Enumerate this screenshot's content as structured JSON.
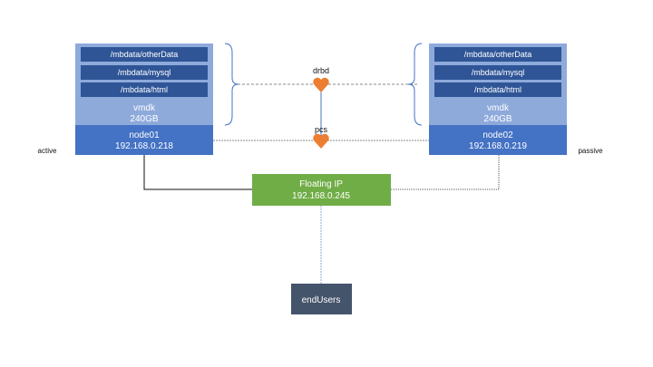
{
  "nodes": [
    {
      "name": "node01",
      "ip": "192.168.0.218",
      "role": "active",
      "disk": "vmdk",
      "disk_size": "240GB",
      "mounts": [
        "/mbdata/otherData",
        "/mbdata/mysql",
        "/mbdata/html"
      ]
    },
    {
      "name": "node02",
      "ip": "192.168.0.219",
      "role": "passive",
      "disk": "vmdk",
      "disk_size": "240GB",
      "mounts": [
        "/mbdata/otherData",
        "/mbdata/mysql",
        "/mbdata/html"
      ]
    }
  ],
  "links": {
    "drbd": "drbd",
    "pcs": "pcs"
  },
  "floating_ip": {
    "label": "Floating IP",
    "ip": "192.168.0.245"
  },
  "end_users": {
    "label": "endUsers"
  },
  "colors": {
    "disk": "#8eaadb",
    "mount": "#2f5597",
    "node": "#4472c4",
    "floating": "#70ad47",
    "users": "#44546a",
    "heart": "#ed7d31"
  }
}
